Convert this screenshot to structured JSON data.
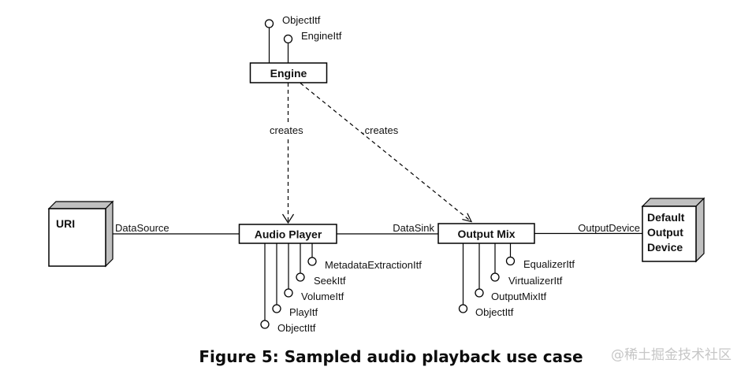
{
  "figure": {
    "caption": "Figure 5: Sampled audio playback use case",
    "watermark": "@稀土掘金技术社区"
  },
  "nodes": {
    "engine": {
      "label": "Engine"
    },
    "audio_player": {
      "label": "Audio Player"
    },
    "output_mix": {
      "label": "Output Mix"
    },
    "uri": {
      "label": "URI"
    },
    "default_output_device": {
      "line1": "Default",
      "line2": "Output",
      "line3": "Device"
    }
  },
  "edges": {
    "creates_player": "creates",
    "creates_mix": ".creates",
    "data_source": "DataSource",
    "data_sink": "DataSink",
    "output_device": "OutputDevice"
  },
  "interfaces": {
    "engine": {
      "object": "ObjectItf",
      "engine": "EngineItf"
    },
    "audio_player": {
      "metadata": "MetadataExtractionItf",
      "seek": "SeekItf",
      "volume": "VolumeItf",
      "play": "PlayItf",
      "object": "ObjectItf"
    },
    "output_mix": {
      "equalizer": "EqualizerItf",
      "virtualizer": "VirtualizerItf",
      "outputmix": "OutputMixItf",
      "object": "ObjectItf"
    }
  },
  "colors": {
    "line": "#000000",
    "box_fill": "#ffffff",
    "shade_fill": "#c0c0c0",
    "watermark": "#c6c6c6",
    "background": "#ffffff"
  }
}
